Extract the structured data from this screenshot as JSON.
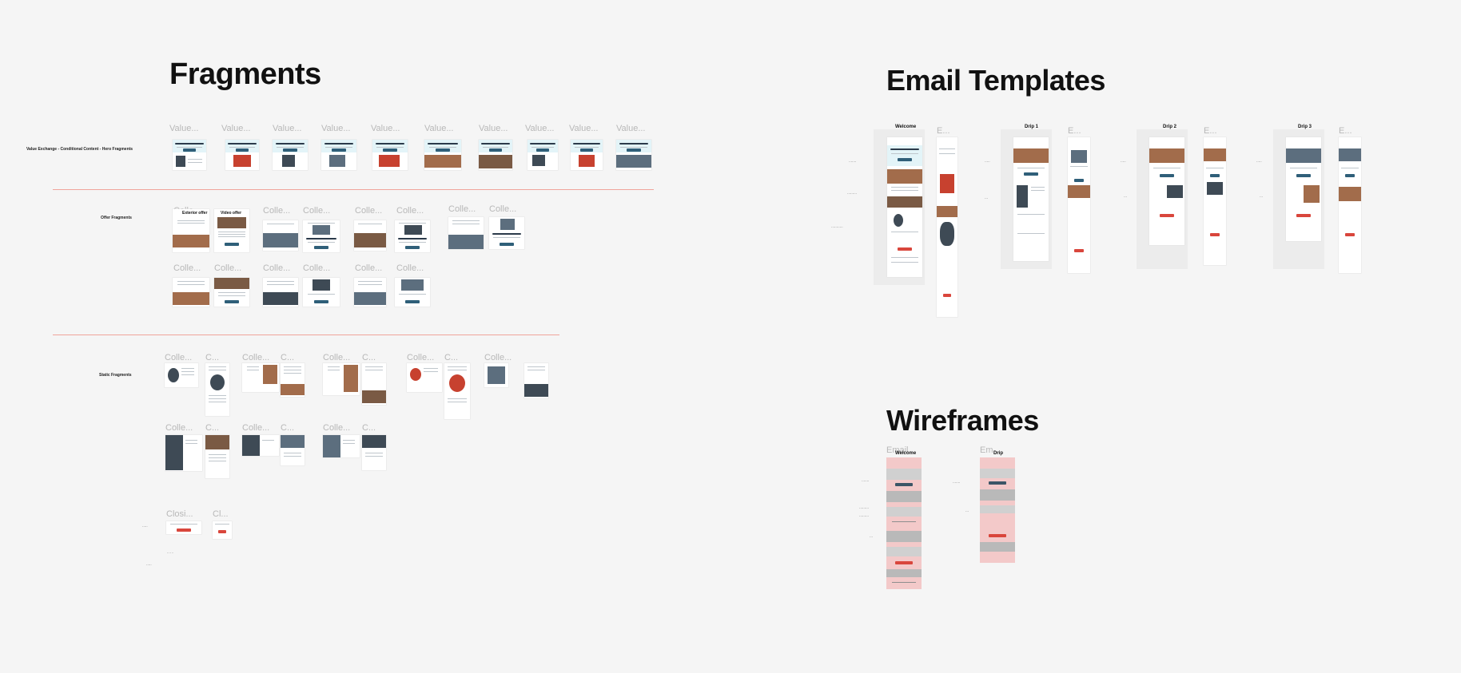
{
  "sections": {
    "fragments": "Fragments",
    "email_templates": "Email Templates",
    "wireframes": "Wireframes"
  },
  "row_labels": {
    "value_exchange": "Value Exchange - Conditional Content - Hero Fragments",
    "offer": "Offer Fragments",
    "static": "Static Fragments"
  },
  "frame_labels": {
    "value": "Value...",
    "colle": "Colle...",
    "closi": "Closi...",
    "cl": "Cl...",
    "e": "E...",
    "email": "Email",
    "em": "Em...",
    "c": "C..."
  },
  "offer_cards": {
    "exterior_offer": "Exterior offer",
    "video_offer": "Video offer"
  },
  "email_columns": [
    "Welcome",
    "Drip 1",
    "Drip 2",
    "Drip 3"
  ],
  "wireframe_columns": [
    "Welcome",
    "Drip"
  ],
  "colors": {
    "background": "#f5f5f5",
    "divider": "#f0a49b",
    "accent_teal": "#2f5f79",
    "accent_red": "#d9463c",
    "card_tint": "#e3f4f8"
  }
}
